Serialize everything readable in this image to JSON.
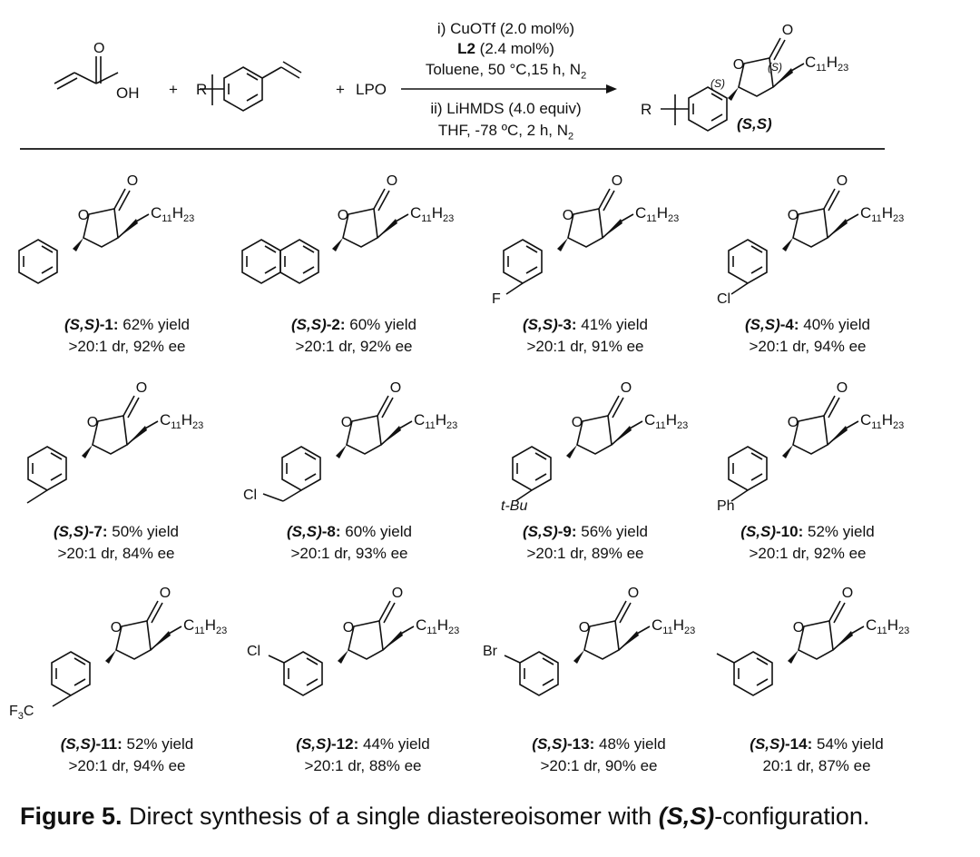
{
  "scheme": {
    "reactants": {
      "acid_OH": "OH",
      "arene_R": "R",
      "plus": "+",
      "reagent": "LPO"
    },
    "conditions": {
      "step1_line1": "i) CuOTf (2.0 mol%)",
      "step1_ligand": "L2",
      "step1_ligand_amount": " (2.4 mol%)",
      "step1_line3": "Toluene, 50 °C,15 h, N",
      "step1_line3_sub": "2",
      "step2_line1": "ii) LiHMDS (4.0 equiv)",
      "step2_line2": "THF, -78 ºC, 2 h, N",
      "step2_line2_sub": "2"
    },
    "product": {
      "R": "R",
      "stereo_label": "(S,S)",
      "center_a": "(S)",
      "center_b": "(S)"
    }
  },
  "chain": {
    "c": "C",
    "c_sub": "11",
    "h": "H",
    "h_sub": "23"
  },
  "ring_atoms": {
    "o": "O"
  },
  "substituents": {
    "F": "F",
    "Cl": "Cl",
    "ClCH2": "Cl",
    "tBu": "t-Bu",
    "Ph": "Ph",
    "CF3_F": "F",
    "CF3_sub": "3",
    "CF3_C": "C",
    "Br": "Br"
  },
  "compounds": [
    {
      "prefix": "(S,S)",
      "id": "-1",
      "yield": "62% yield",
      "selectivity": ">20:1 dr, 92% ee"
    },
    {
      "prefix": "(S,S)",
      "id": "-2",
      "yield": "60% yield",
      "selectivity": ">20:1 dr, 92% ee"
    },
    {
      "prefix": "(S,S)",
      "id": "-3",
      "yield": "41% yield",
      "selectivity": ">20:1 dr, 91% ee"
    },
    {
      "prefix": "(S,S)",
      "id": "-4",
      "yield": "40% yield",
      "selectivity": ">20:1 dr, 94% ee"
    },
    {
      "prefix": "(S,S)",
      "id": "-7",
      "yield": "50% yield",
      "selectivity": ">20:1 dr, 84% ee"
    },
    {
      "prefix": "(S,S)",
      "id": "-8",
      "yield": "60% yield",
      "selectivity": ">20:1 dr, 93% ee"
    },
    {
      "prefix": "(S,S)",
      "id": "-9",
      "yield": "56% yield",
      "selectivity": ">20:1 dr, 89% ee"
    },
    {
      "prefix": "(S,S)",
      "id": "-10",
      "yield": "52% yield",
      "selectivity": ">20:1 dr, 92% ee"
    },
    {
      "prefix": "(S,S)",
      "id": "-11",
      "yield": "52% yield",
      "selectivity": ">20:1 dr, 94% ee"
    },
    {
      "prefix": "(S,S)",
      "id": "-12",
      "yield": "44% yield",
      "selectivity": ">20:1 dr, 88% ee"
    },
    {
      "prefix": "(S,S)",
      "id": "-13",
      "yield": "48% yield",
      "selectivity": ">20:1 dr, 90% ee"
    },
    {
      "prefix": "(S,S)",
      "id": "-14",
      "yield": "54% yield",
      "selectivity": "20:1 dr, 87% ee"
    }
  ],
  "caption": {
    "label": "Figure 5.",
    "text": " Direct synthesis of a single diastereoisomer with ",
    "config": "(S,S)",
    "suffix": "-configuration."
  }
}
